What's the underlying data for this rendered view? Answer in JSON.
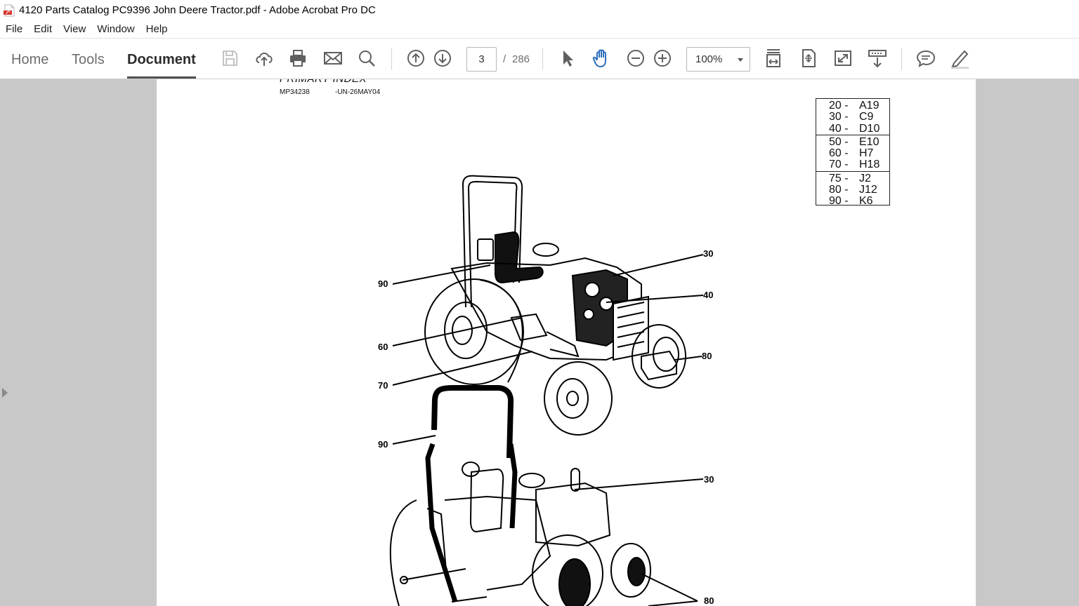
{
  "window": {
    "title": "4120 Parts Catalog PC9396 John Deere Tractor.pdf - Adobe Acrobat Pro DC"
  },
  "menu": {
    "items": [
      "File",
      "Edit",
      "View",
      "Window",
      "Help"
    ]
  },
  "nav": {
    "home": "Home",
    "tools": "Tools",
    "document": "Document"
  },
  "pager": {
    "current": "3",
    "separator": "/",
    "total": "286"
  },
  "zoom": {
    "value": "100%"
  },
  "doc": {
    "header_title": "PRIMARY INDEX",
    "header_code": "MP34238",
    "header_date": "-UN-26MAY04",
    "index_groups": [
      [
        {
          "num": "20 -",
          "ref": "A19"
        },
        {
          "num": "30 -",
          "ref": "C9"
        },
        {
          "num": "40 -",
          "ref": "D10"
        }
      ],
      [
        {
          "num": "50 -",
          "ref": "E10"
        },
        {
          "num": "60 -",
          "ref": "H7"
        },
        {
          "num": "70 -",
          "ref": "H18"
        }
      ],
      [
        {
          "num": "75 -",
          "ref": "J2"
        },
        {
          "num": "80 -",
          "ref": "J12"
        },
        {
          "num": "90 -",
          "ref": "K6"
        }
      ]
    ],
    "callouts": {
      "top_30": "30",
      "top_40": "40",
      "top_80": "80",
      "top_90": "90",
      "top_60": "60",
      "top_70": "70",
      "bottom_90": "90",
      "bottom_30": "30",
      "bottom_80": "80"
    }
  },
  "colors": {
    "workspace_bg": "#c8c8c8",
    "page_bg": "#ffffff",
    "active_tab_underline": "#505050"
  }
}
